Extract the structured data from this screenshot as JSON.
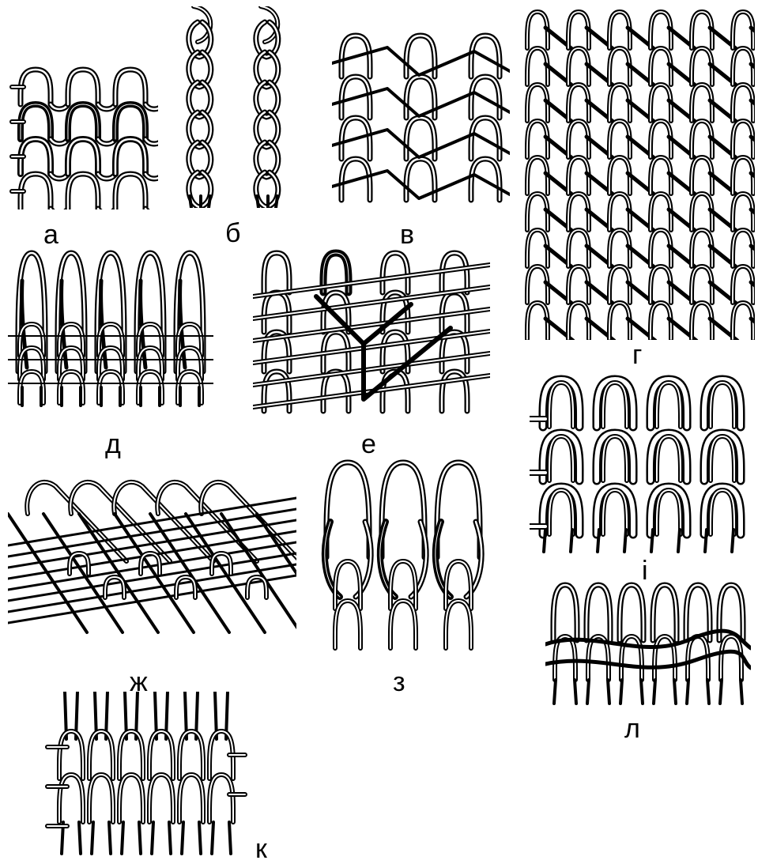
{
  "figures": [
    {
      "id": "a",
      "label": "а",
      "type": "loops"
    },
    {
      "id": "b",
      "label": "б",
      "type": "chain"
    },
    {
      "id": "v",
      "label": "в",
      "type": "inlay"
    },
    {
      "id": "g",
      "label": "г",
      "type": "diagonal"
    },
    {
      "id": "d",
      "label": "д",
      "type": "ribs"
    },
    {
      "id": "e",
      "label": "е",
      "type": "crossed"
    },
    {
      "id": "zh",
      "label": "ж",
      "type": "mesh"
    },
    {
      "id": "z",
      "label": "з",
      "type": "tuck"
    },
    {
      "id": "i",
      "label": "і",
      "type": "double"
    },
    {
      "id": "l",
      "label": "л",
      "type": "weft"
    },
    {
      "id": "k",
      "label": "к",
      "type": "plated"
    }
  ],
  "colors": {
    "ink": "#000000",
    "paper": "#ffffff"
  }
}
